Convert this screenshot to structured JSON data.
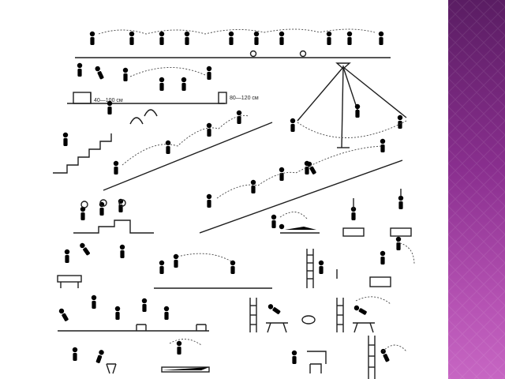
{
  "slide": {
    "labels": {
      "box_height_a": "40—100 см",
      "box_height_b": "80—120 см"
    },
    "colors": {
      "background": "#ffffff",
      "drawing": "#1e1e1e",
      "panel_top": "#5a1d63",
      "panel_bottom": "#c766c3"
    },
    "icons": {
      "illustration": "jumping-exercises-illustration",
      "side_pattern": "diamond-pattern"
    }
  }
}
